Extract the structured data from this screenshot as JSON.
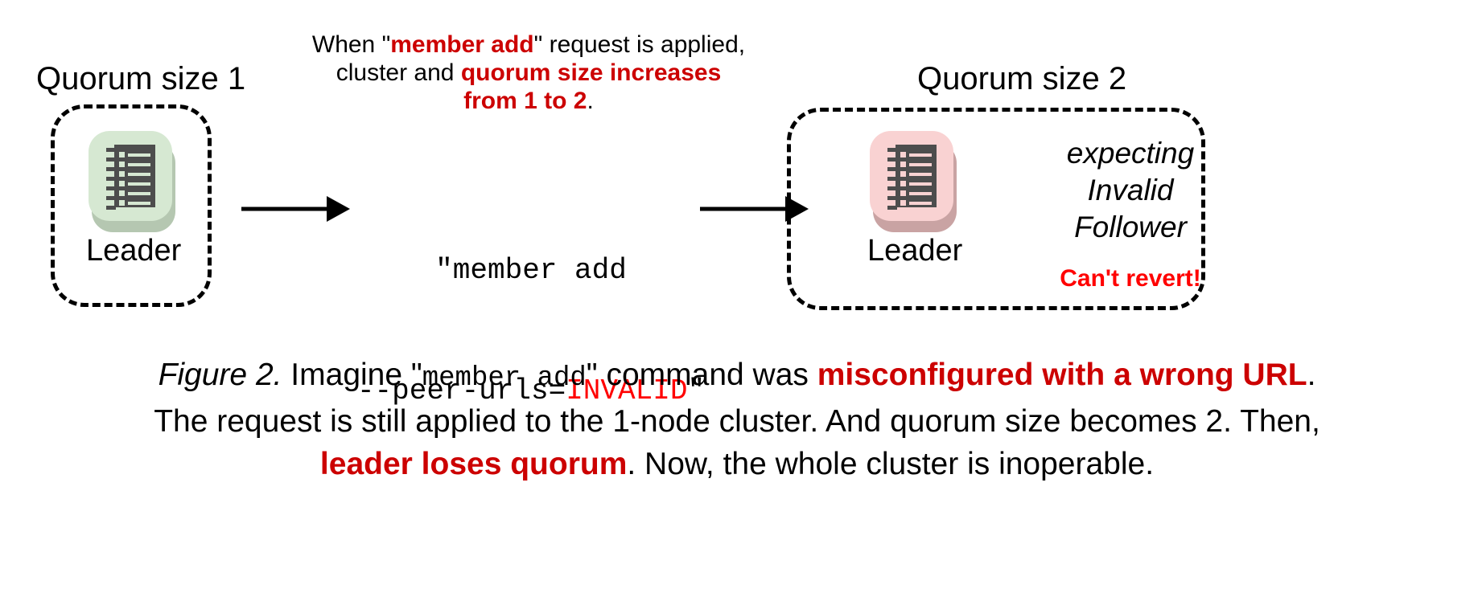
{
  "figure": {
    "left_cluster": {
      "title": "Quorum size 1",
      "node_label": "Leader",
      "icon_name": "server-icon",
      "icon_color": "#d6e8d2",
      "icon_shadow_color": "#b5c7b1"
    },
    "right_cluster": {
      "title": "Quorum size 2",
      "node_label": "Leader",
      "icon_name": "server-icon",
      "icon_color": "#f9d2d2",
      "icon_shadow_color": "#c9a3a3",
      "expecting_line1": "expecting",
      "expecting_line2": "Invalid",
      "expecting_line3": "Follower",
      "warning": "Can't revert!"
    },
    "top_note": {
      "line1_a": "When \"",
      "line1_b": "member add",
      "line1_c": "\" request is applied,",
      "line2_a": "cluster and ",
      "line2_b": "quorum size increases",
      "line3_b": "from 1 to 2",
      "line3_c": "."
    },
    "command": {
      "line1": "\"member add",
      "line2_a": "--peer-urls=",
      "line2_invalid": "INVALID",
      "line2_c": "\""
    },
    "caption": {
      "label": "Figure 2.",
      "t1": " Imagine \"",
      "code1": "member add",
      "t2": "\" command was ",
      "red1": "misconfigured with a wrong URL",
      "t3": ".",
      "line2": "The request is still applied to the 1-node cluster. And quorum size becomes 2. Then,",
      "red2": "leader loses quorum",
      "t4": ". Now, the whole cluster is inoperable."
    },
    "colors": {
      "accent_red_dark": "#cc0000",
      "accent_red_bright": "#ff0000",
      "text": "#000000",
      "background": "#ffffff"
    }
  }
}
